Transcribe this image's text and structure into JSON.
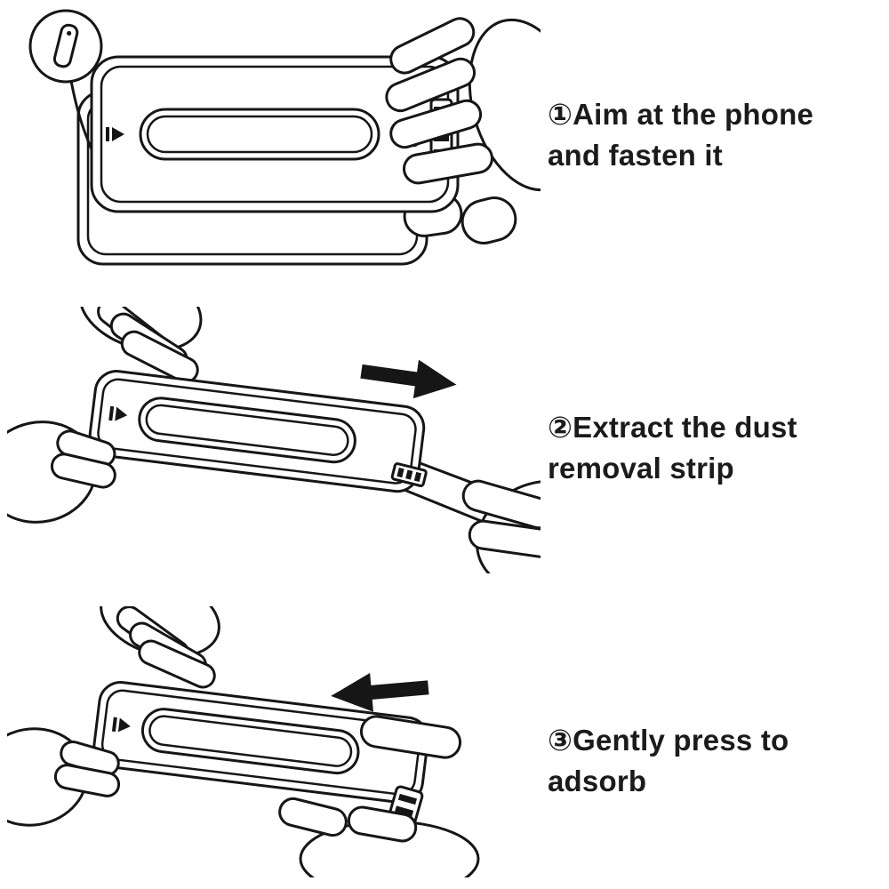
{
  "page": {
    "background": "#ffffff",
    "ink": "#1b1b1b",
    "kind": "screen-protector-installation-instructions"
  },
  "steps": [
    {
      "index": 1,
      "marker": "①",
      "lines": [
        "①Aim at the phone",
        "and fasten it"
      ],
      "illustration": "hand lowering alignment tray onto a phone, with circular zoom detail of the alignment tab at top-left"
    },
    {
      "index": 2,
      "marker": "②",
      "lines": [
        "②Extract the dust",
        "removal strip"
      ],
      "arrow_direction": "right",
      "illustration": "hands pulling the dust removal strip out of the tray toward the right"
    },
    {
      "index": 3,
      "marker": "③",
      "lines": [
        "③Gently press to",
        "adsorb"
      ],
      "arrow_direction": "left",
      "illustration": "hands gently pressing the tray down so the protector adsorbs, arrow pointing left"
    }
  ]
}
